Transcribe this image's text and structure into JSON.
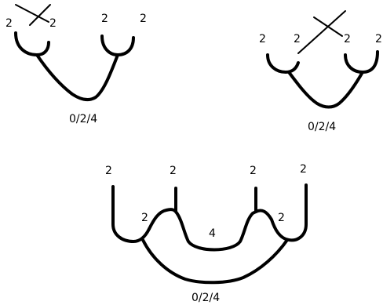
{
  "diagram_top_left": {
    "crossing_labels": [
      "2",
      "2"
    ],
    "right_labels": [
      "2",
      "2"
    ],
    "bottom_label": "0/2/4"
  },
  "diagram_top_right": {
    "left_labels": [
      "2",
      "2"
    ],
    "crossing_labels": [
      "2",
      "2"
    ],
    "bottom_label": "0/2/4"
  },
  "diagram_bottom": {
    "top_labels": [
      "2",
      "2",
      "2",
      "2"
    ],
    "side_labels": [
      "2",
      "2"
    ],
    "middle_label": "4",
    "bottom_label": "0/2/4"
  }
}
